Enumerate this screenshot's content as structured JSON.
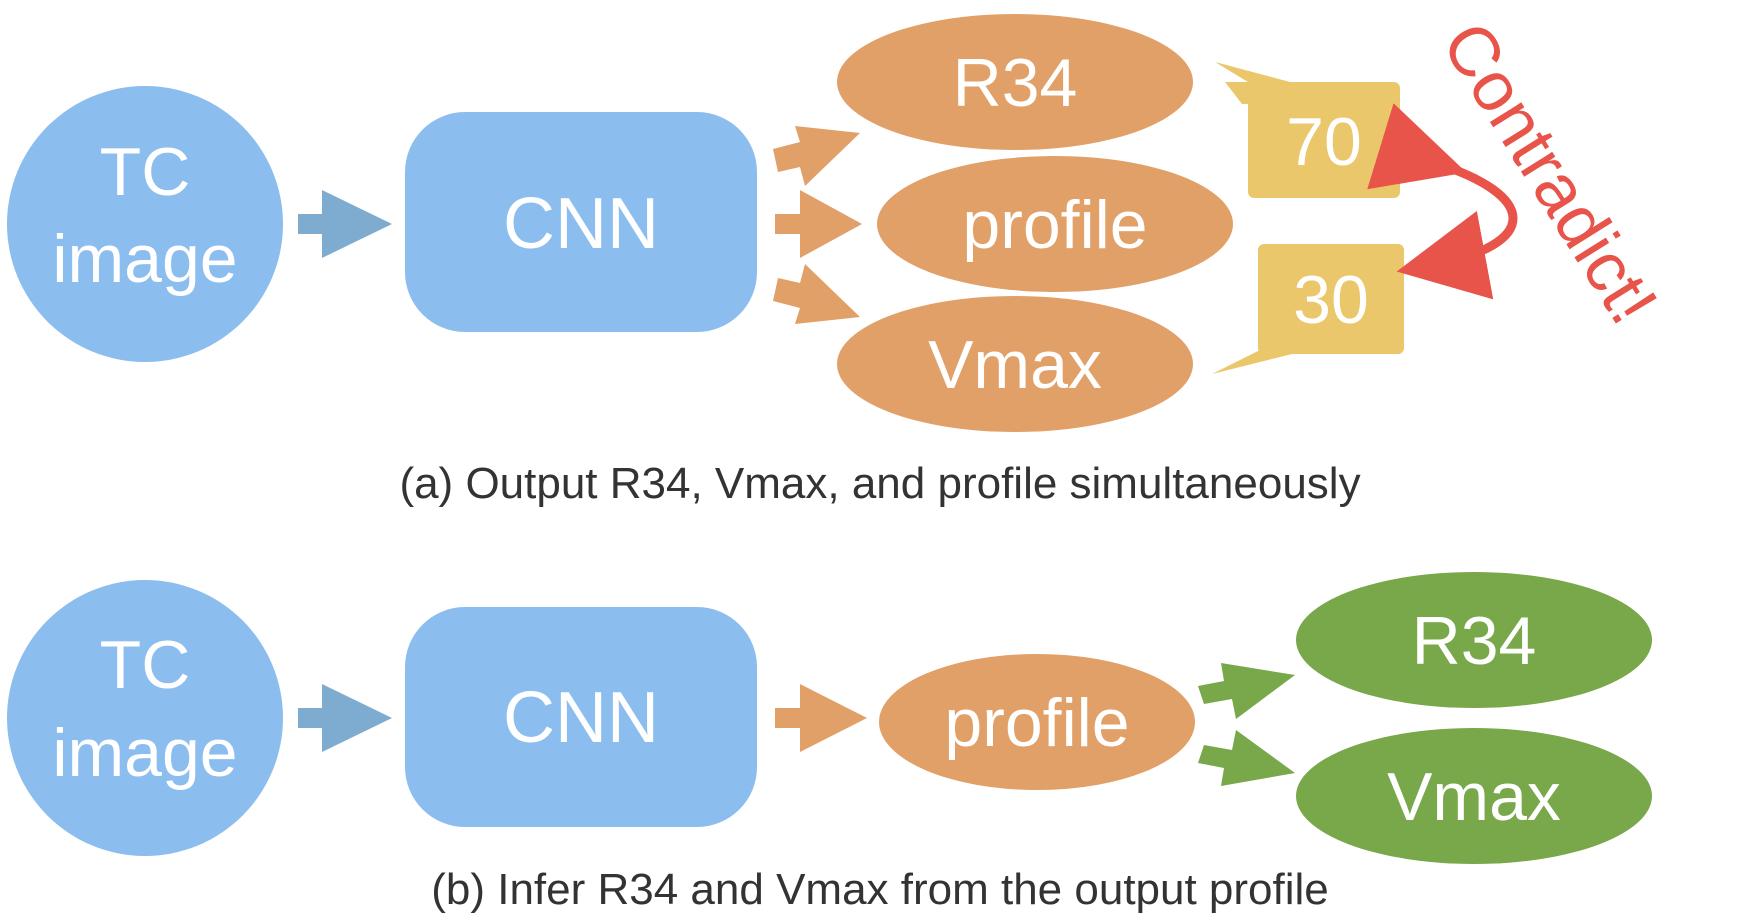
{
  "colors": {
    "input_blue": "#8bbdee",
    "input_arrow": "#7eacd0",
    "orange": "#e1a068",
    "green": "#78a84a",
    "yellow": "#ebc76b",
    "red": "#e8534a",
    "caption": "#333333"
  },
  "panel_a": {
    "input_line1": "TC",
    "input_line2": "image",
    "model": "CNN",
    "out_r34": "R34",
    "out_profile": "profile",
    "out_vmax": "Vmax",
    "value_r34": "70",
    "value_vmax": "30",
    "warning": "Contradict!",
    "caption": "(a) Output R34, Vmax, and profile simultaneously"
  },
  "panel_b": {
    "input_line1": "TC",
    "input_line2": "image",
    "model": "CNN",
    "out_profile": "profile",
    "derived_r34": "R34",
    "derived_vmax": "Vmax",
    "caption": "(b) Infer R34 and Vmax from the output profile"
  }
}
